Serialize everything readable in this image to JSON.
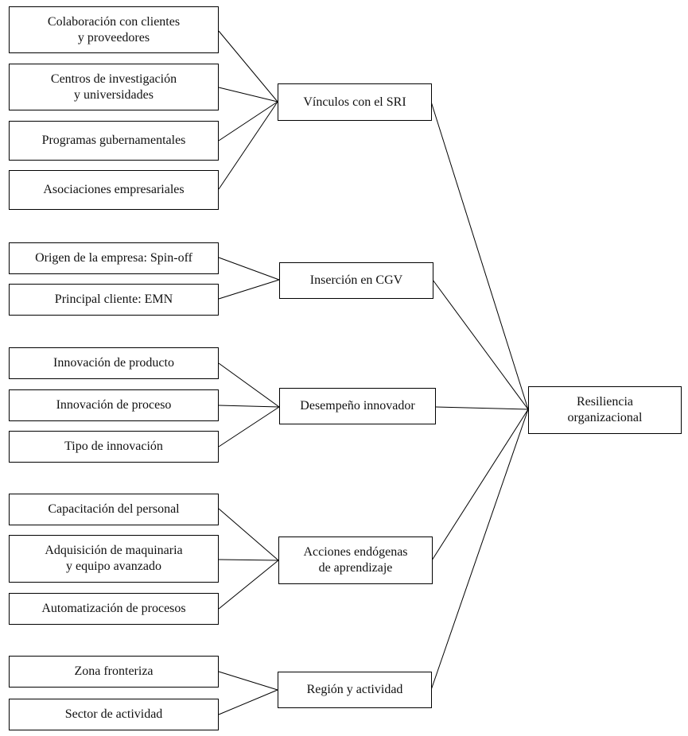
{
  "groups": [
    {
      "id": "vinculos",
      "label": "Vínculos con el SRI",
      "items": [
        "Colaboración con clientes\ny proveedores",
        "Centros de investigación\ny universidades",
        "Programas gubernamentales",
        "Asociaciones empresariales"
      ]
    },
    {
      "id": "cgv",
      "label": "Inserción en CGV",
      "items": [
        "Origen de la empresa: Spin-off",
        "Principal cliente: EMN"
      ]
    },
    {
      "id": "desempeno",
      "label": "Desempeño innovador",
      "items": [
        "Innovación de producto",
        "Innovación de proceso",
        "Tipo de innovación"
      ]
    },
    {
      "id": "acciones",
      "label": "Acciones endógenas\nde aprendizaje",
      "items": [
        "Capacitación del personal",
        "Adquisición de maquinaria\ny equipo avanzado",
        "Automatización de procesos"
      ]
    },
    {
      "id": "region",
      "label": "Región y actividad",
      "items": [
        "Zona fronteriza",
        "Sector de actividad"
      ]
    }
  ],
  "outcome": {
    "label": "Resiliencia\norganizacional"
  }
}
